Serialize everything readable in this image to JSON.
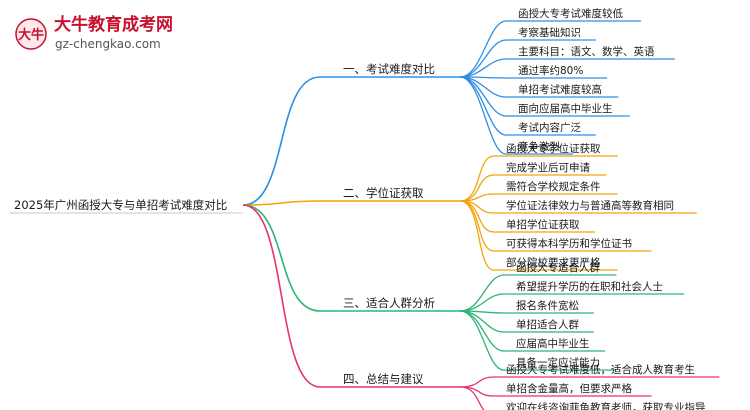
{
  "watermark": {
    "brand": "大牛教育成考网",
    "url": "gz-chengkao.com",
    "logo_text": "大牛",
    "logo_color": "#c8102e"
  },
  "root": {
    "label": "2025年广州函授大专与单招考试难度对比"
  },
  "branches": [
    {
      "label": "一、考试难度对比",
      "color": "#2e8fe6",
      "children": [
        "函授大专考试难度较低",
        "考察基础知识",
        "主要科目：语文、数学、英语",
        "通过率约80%",
        "单招考试难度较高",
        "面向应届高中毕业生",
        "考试内容广泛",
        "竞争激烈"
      ]
    },
    {
      "label": "二、学位证获取",
      "color": "#f2a40a",
      "children": [
        "函授大专学位证获取",
        "完成学业后可申请",
        "需符合学校规定条件",
        "学位证法律效力与普通高等教育相同",
        "单招学位证获取",
        "可获得本科学历和学位证书",
        "部分院校要求更严格"
      ]
    },
    {
      "label": "三、适合人群分析",
      "color": "#2bb673",
      "children": [
        "函授大专适合人群",
        "希望提升学历的在职和社会人士",
        "报名条件宽松",
        "单招适合人群",
        "应届高中毕业生",
        "具备一定应试能力"
      ]
    },
    {
      "label": "四、总结与建议",
      "color": "#e8346e",
      "children": [
        "函授大专考试难度低，适合成人教育考生",
        "单招含金量高，但要求严格",
        "欢迎在线咨询菲鱼教育老师，获取专业指导"
      ]
    }
  ]
}
